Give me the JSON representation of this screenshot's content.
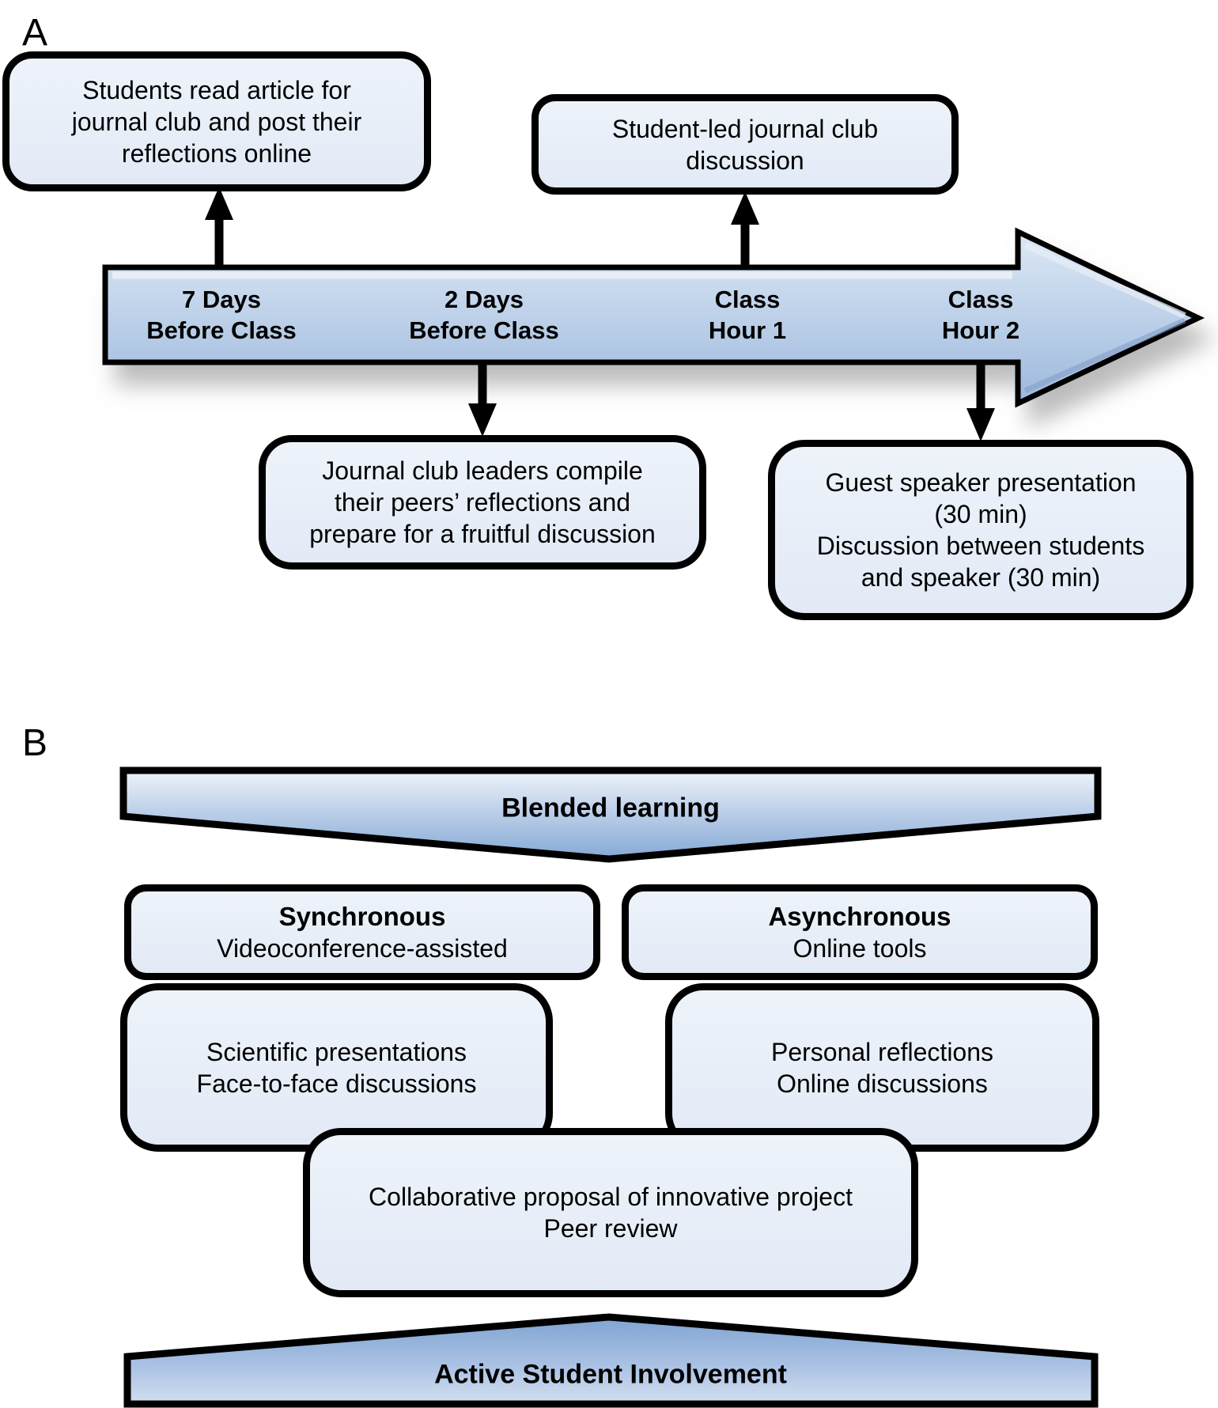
{
  "figure": {
    "panel_a": {
      "label": "A",
      "box_read_article": {
        "lines": [
          "Students read article for",
          "journal club and post their",
          "reflections online"
        ]
      },
      "box_journal_club": {
        "lines": [
          "Student-led journal club",
          "discussion"
        ]
      },
      "box_leaders": {
        "lines": [
          "Journal club leaders compile",
          "their peers’ reflections and",
          "prepare for a fruitful discussion"
        ]
      },
      "box_guest": {
        "lines": [
          "Guest speaker presentation",
          "(30 min)",
          "Discussion between students",
          "and speaker (30 min)"
        ]
      },
      "timeline": {
        "stops": [
          {
            "line1": "7 Days",
            "line2": "Before Class"
          },
          {
            "line1": "2 Days",
            "line2": "Before Class"
          },
          {
            "line1": "Class",
            "line2": "Hour 1"
          },
          {
            "line1": "Class",
            "line2": "Hour 2"
          }
        ]
      }
    },
    "panel_b": {
      "label": "B",
      "banner_top": "Blended learning",
      "box_synchronous": {
        "title": "Synchronous",
        "subtitle": "Videoconference-assisted"
      },
      "box_asynchronous": {
        "title": "Asynchronous",
        "subtitle": "Online tools"
      },
      "box_scientific": {
        "lines": [
          "Scientific presentations",
          "Face-to-face discussions"
        ]
      },
      "box_personal": {
        "lines": [
          "Personal reflections",
          "Online discussions"
        ]
      },
      "box_collaborative": {
        "lines": [
          "Collaborative proposal of innovative project",
          "Peer review"
        ]
      },
      "banner_bottom": "Active Student Involvement"
    },
    "colors": {
      "box_fill": "#e7eef8",
      "outline": "#000000",
      "arrow_gradient_light": "#dde8f5",
      "arrow_gradient_dark": "#9db9dd",
      "banner_gradient_light": "#ecf1f9",
      "banner_gradient_dark": "#84a8d4"
    }
  }
}
